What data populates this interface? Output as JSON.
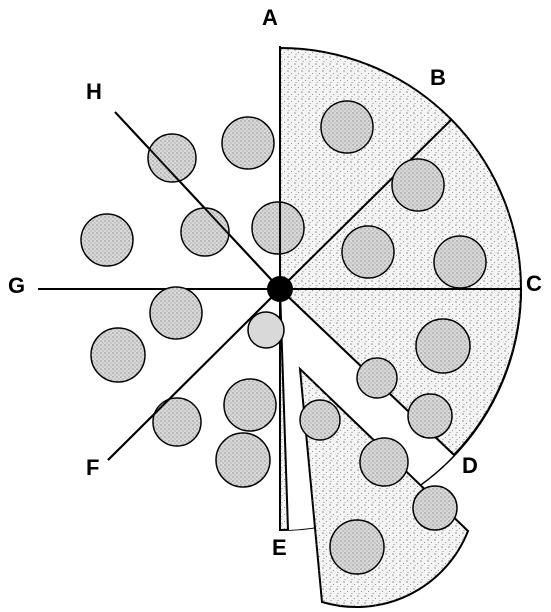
{
  "labels": {
    "a": "A",
    "b": "B",
    "c": "C",
    "d": "D",
    "e": "E",
    "f": "F",
    "g": "G",
    "h": "H"
  },
  "colors": {
    "ink": "#000000",
    "crust": "#f4f4f4",
    "pepperoni": "#d6d6d6",
    "background": "#ffffff"
  }
}
